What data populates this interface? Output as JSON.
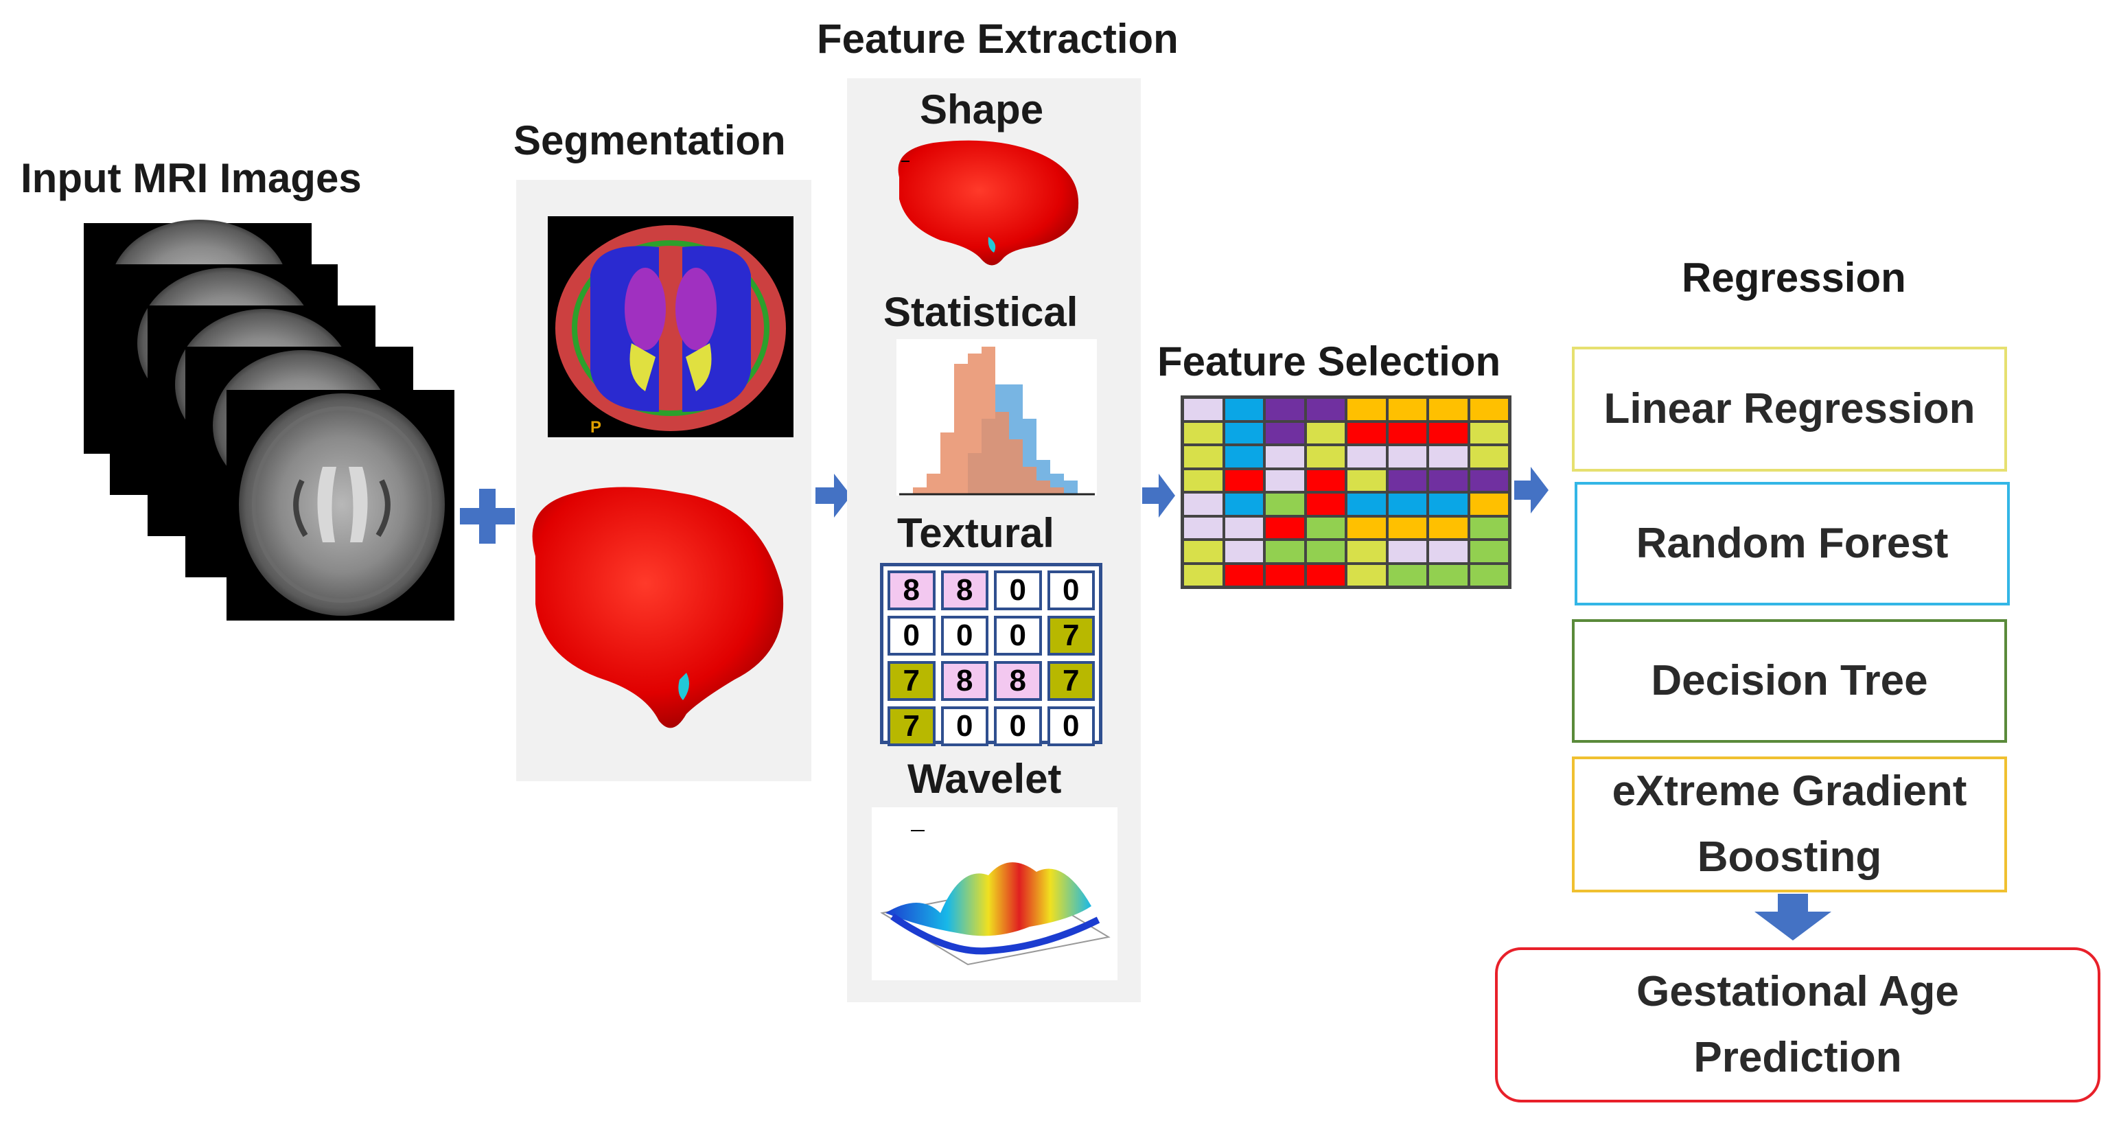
{
  "stages": {
    "input": "Input MRI Images",
    "segmentation": "Segmentation",
    "feature_extraction": "Feature Extraction",
    "feature_selection": "Feature Selection",
    "regression": "Regression"
  },
  "features": {
    "shape": "Shape",
    "statistical": "Statistical",
    "textural": "Textural",
    "wavelet": "Wavelet"
  },
  "textural_matrix": [
    "8",
    "8",
    "0",
    "0",
    "0",
    "0",
    "0",
    "7",
    "7",
    "8",
    "8",
    "7",
    "7",
    "0",
    "0",
    "0"
  ],
  "textural_colors": [
    "pink",
    "pink",
    "white",
    "white",
    "white",
    "white",
    "white",
    "olive",
    "olive",
    "pink",
    "pink",
    "olive",
    "olive",
    "white",
    "white",
    "white"
  ],
  "selection_colors": [
    "lavender",
    "blue",
    "purple",
    "purple",
    "orange",
    "orange",
    "orange",
    "orange",
    "yellow",
    "blue",
    "purple",
    "yellow",
    "red",
    "red",
    "red",
    "yellow",
    "yellow",
    "blue",
    "lavender",
    "yellow",
    "lavender",
    "lavender",
    "lavender",
    "yellow",
    "yellow",
    "red",
    "lavender",
    "red",
    "yellow",
    "purple",
    "purple",
    "purple",
    "lavender",
    "blue",
    "green",
    "red",
    "blue",
    "blue",
    "blue",
    "orange",
    "lavender",
    "lavender",
    "red",
    "green",
    "orange",
    "orange",
    "orange",
    "green",
    "yellow",
    "lavender",
    "green",
    "green",
    "yellow",
    "lavender",
    "lavender",
    "green",
    "yellow",
    "red",
    "red",
    "red",
    "yellow",
    "green",
    "green",
    "green"
  ],
  "palette": {
    "lavender": "#e2d4f0",
    "blue": "#0aa6e6",
    "purple": "#7030a0",
    "orange": "#ffc000",
    "yellow": "#d8e04a",
    "red": "#ff0000",
    "green": "#92d050",
    "white": "#ffffff",
    "pink": "#f3c8f0",
    "olive": "#b8b800"
  },
  "regression_models": {
    "linear": "Linear Regression",
    "rf": "Random Forest",
    "dt": "Decision Tree",
    "xgb_line1": "eXtreme Gradient",
    "xgb_line2": "Boosting"
  },
  "result": {
    "line1": "Gestational Age",
    "line2": "Prediction"
  },
  "colors": {
    "arrow": "#4472c4",
    "linear_border": "#e6e070",
    "rf_border": "#33b6e6",
    "dt_border": "#5a8a3a",
    "xgb_border": "#f0c030",
    "result_border": "#e8202a"
  },
  "mri_slice_letter": "P"
}
